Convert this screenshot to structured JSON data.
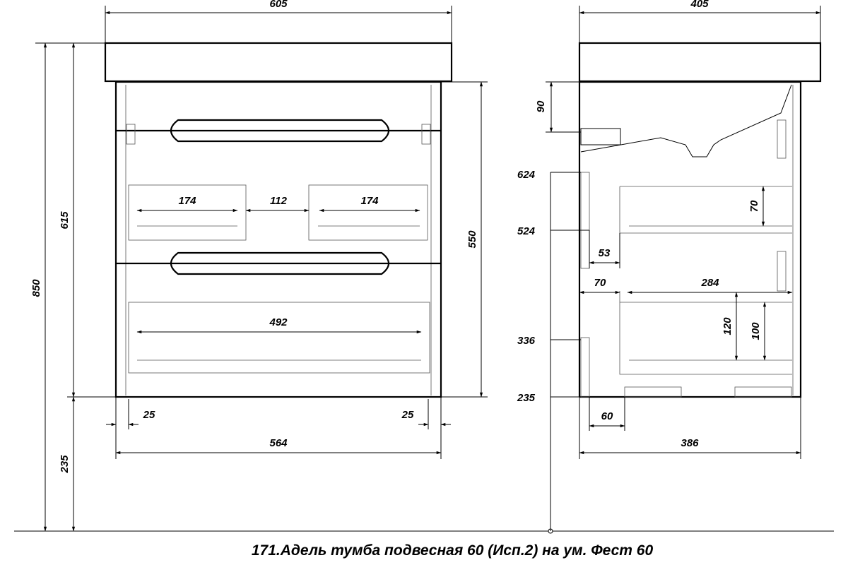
{
  "front_view": {
    "dim_top_width": "605",
    "dim_total_height": "850",
    "dim_height_615": "615",
    "dim_bottom_235": "235",
    "dim_body_550": "550",
    "dim_drawer_left_174": "174",
    "dim_gap_112": "112",
    "dim_drawer_right_174": "174",
    "dim_inner_492": "492",
    "dim_offset_left_25": "25",
    "dim_offset_right_25": "25",
    "dim_body_width_564": "564"
  },
  "side_view": {
    "dim_top_depth": "405",
    "dim_90": "90",
    "level_624": "624",
    "level_524": "524",
    "level_336": "336",
    "level_235": "235",
    "dim_70_vertical": "70",
    "dim_53": "53",
    "dim_70_horizontal": "70",
    "dim_284": "284",
    "dim_120": "120",
    "dim_100": "100",
    "dim_60": "60",
    "dim_body_depth_386": "386"
  },
  "caption": "171.Адель тумба подвесная 60 (Исп.2) на ум. Фест 60"
}
